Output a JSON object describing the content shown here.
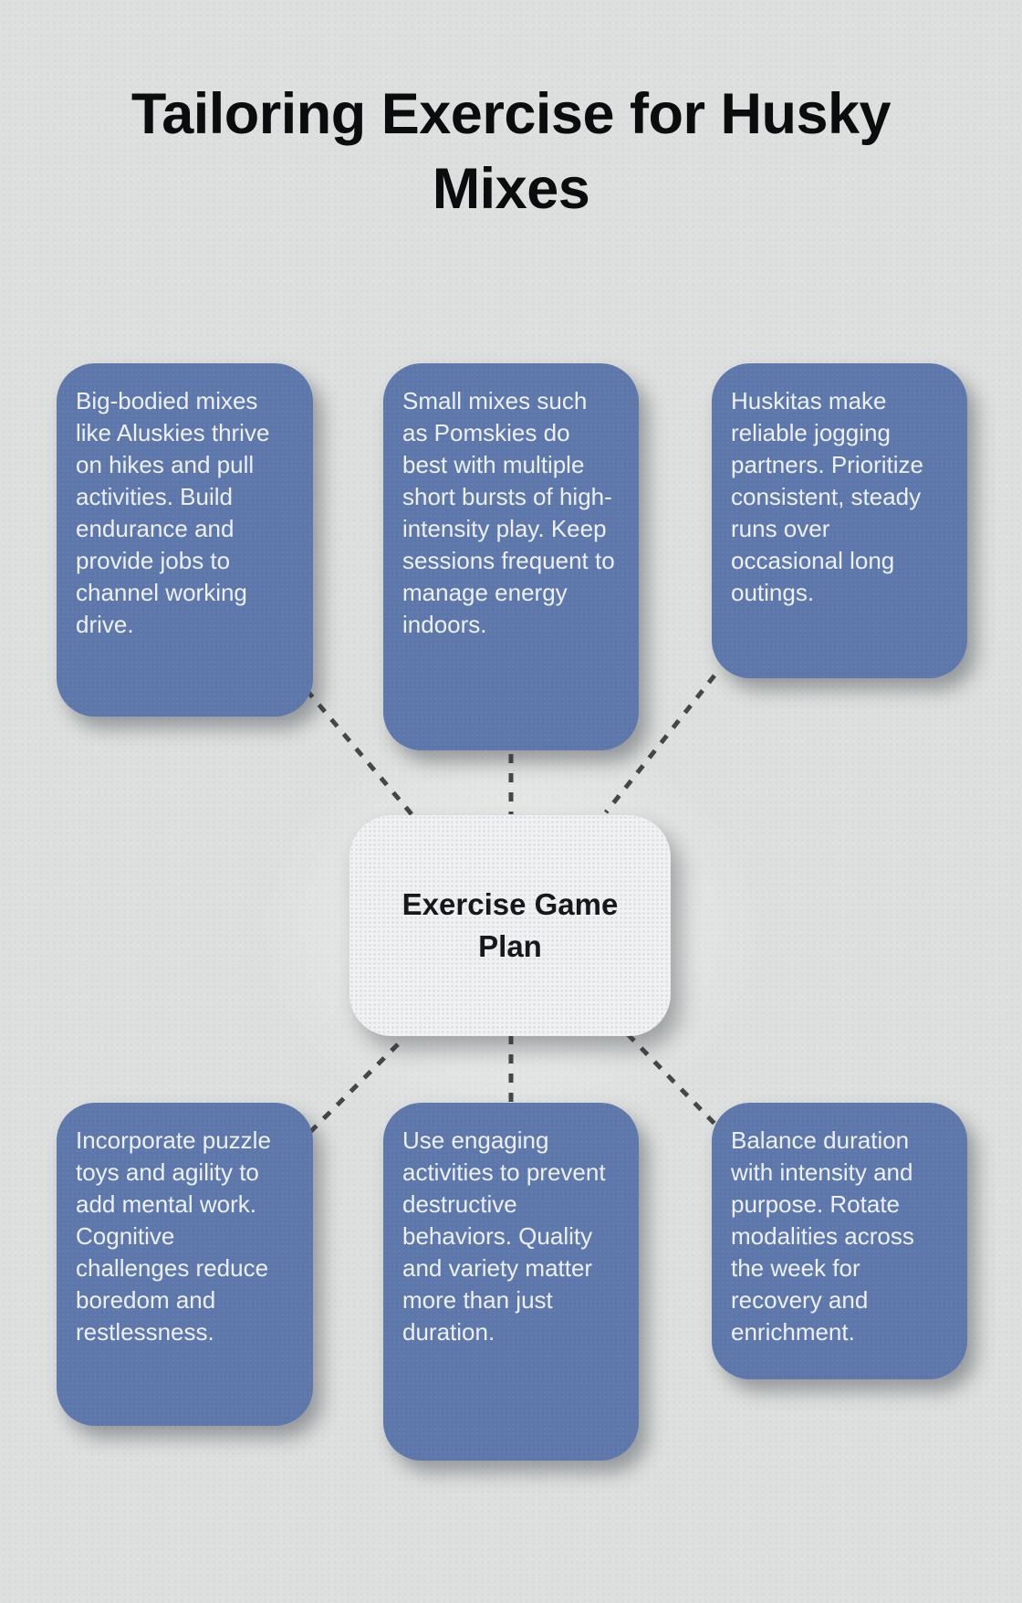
{
  "title": "Tailoring Exercise for Husky Mixes",
  "center": {
    "label": "Exercise Game Plan"
  },
  "nodes": [
    {
      "id": "top-left",
      "text": "Big-bodied mixes like Aluskies thrive on hikes and pull activities. Build endurance and provide jobs to channel working drive."
    },
    {
      "id": "top-middle",
      "text": "Small mixes such as Pomskies do best with multiple short bursts of high-intensity play. Keep sessions frequent to manage energy indoors."
    },
    {
      "id": "top-right",
      "text": "Huskitas make reliable jogging partners. Prioritize consistent, steady runs over occasional long outings."
    },
    {
      "id": "bottom-left",
      "text": "Incorporate puzzle toys and agility to add mental work. Cognitive challenges reduce boredom and restlessness."
    },
    {
      "id": "bottom-middle",
      "text": "Use engaging activities to prevent destructive behaviors. Quality and variety matter more than just duration."
    },
    {
      "id": "bottom-right",
      "text": "Balance duration with intensity and purpose. Rotate modalities across the week for recovery and enrichment."
    }
  ],
  "colors": {
    "background": "#dde0de",
    "node_fill": "#5d77ab",
    "node_text": "#edf1f7",
    "center_fill": "#f0f1f2",
    "center_text": "#16181c",
    "connector": "#45464a",
    "title_text": "#0b0c0e"
  }
}
